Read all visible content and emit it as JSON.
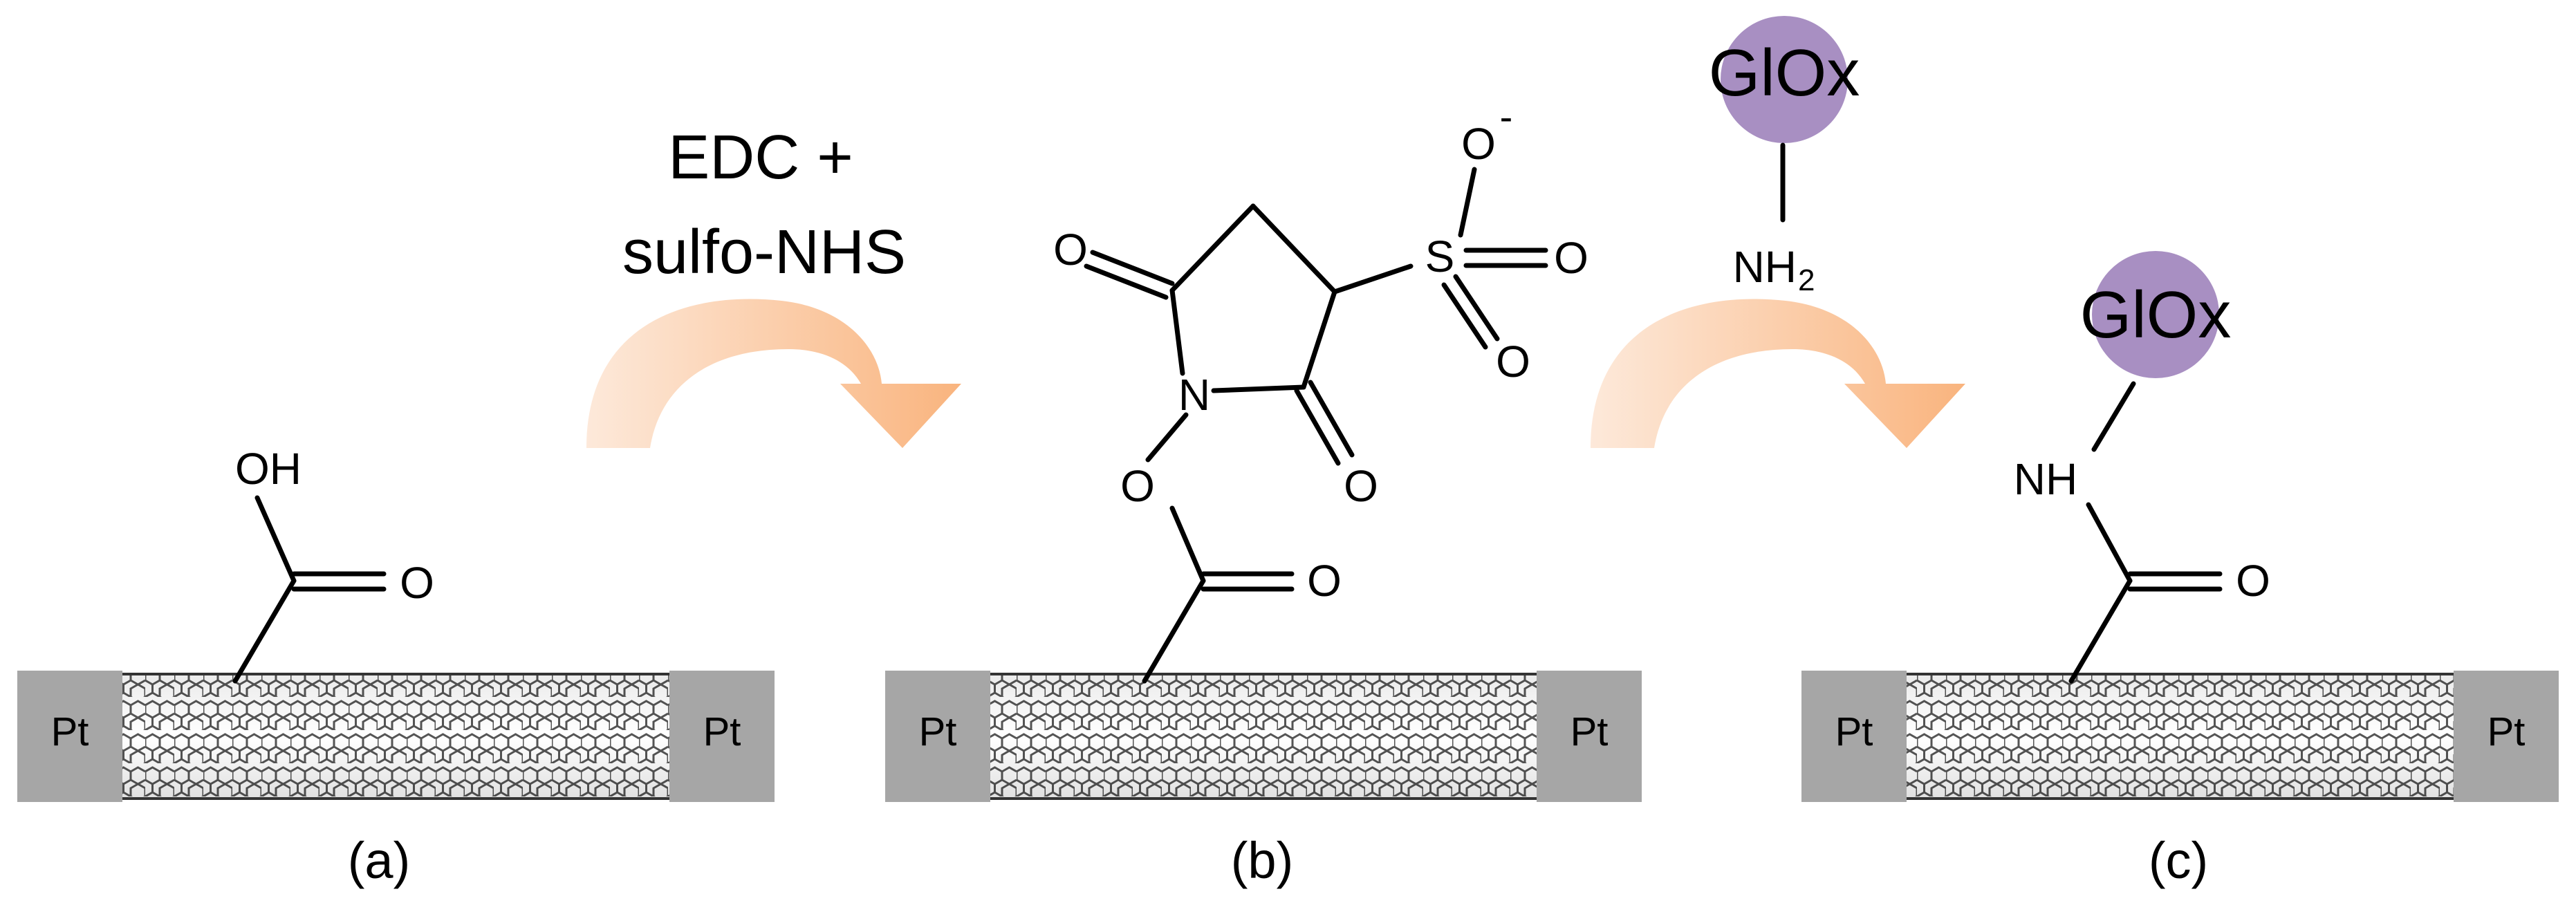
{
  "colors": {
    "electrode": "#a6a6a6",
    "enzyme": "#a88fc2",
    "arrow": "#fbc79a"
  },
  "reagents": {
    "step1_line1": "EDC +",
    "step1_line2": "sulfo-NHS",
    "step2_enzyme": "GlOx",
    "step2_amine": "NH",
    "step2_sub": "2"
  },
  "panels": [
    {
      "caption": "(a)",
      "electrode_left": "Pt",
      "electrode_right": "Pt",
      "atoms": {
        "hydroxyl": "OH",
        "carbonyl_o": "O"
      }
    },
    {
      "caption": "(b)",
      "electrode_left": "Pt",
      "electrode_right": "Pt",
      "atoms": {
        "ester_o": "O",
        "carbonyl_o": "O",
        "nitrogen": "N",
        "ring_o_left": "O",
        "ring_o_right": "O",
        "sulfur": "S",
        "s_o_top": "O",
        "s_charge": "-",
        "s_o_right": "O",
        "s_o_bottom": "O"
      }
    },
    {
      "caption": "(c)",
      "electrode_left": "Pt",
      "electrode_right": "Pt",
      "atoms": {
        "amide_nh": "NH",
        "carbonyl_o": "O",
        "enzyme": "GlOx"
      }
    }
  ]
}
